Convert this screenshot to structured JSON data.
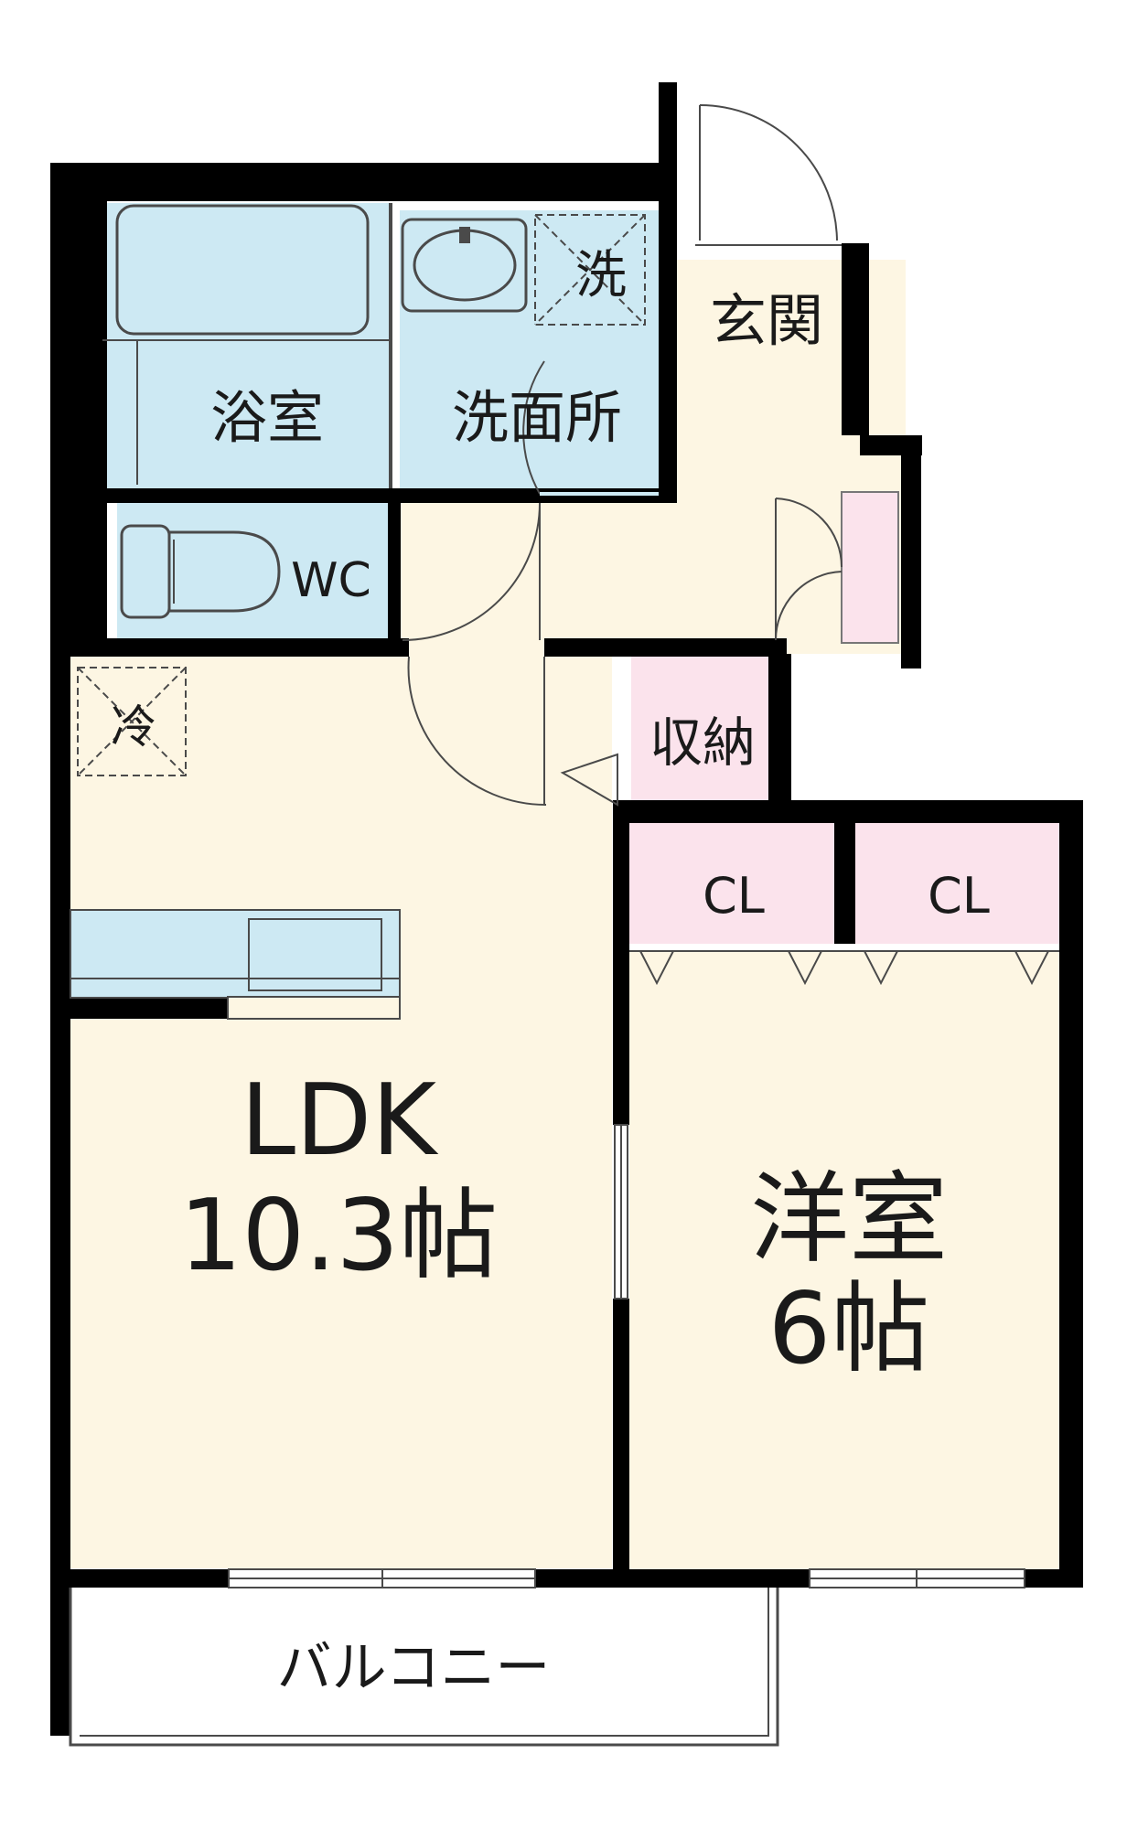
{
  "rooms": {
    "bath": "浴室",
    "washroom": "洗面所",
    "washer": "洗",
    "entrance": "玄関",
    "toilet": "WC",
    "fridge": "冷",
    "storage": "収納",
    "closet_1": "CL",
    "closet_2": "CL",
    "ldk_name": "LDK",
    "ldk_size": "10.3帖",
    "western_name": "洋室",
    "western_size": "6帖",
    "balcony": "バルコニー"
  },
  "colors": {
    "wall": "#000000",
    "wet_area": "#cde9f3",
    "living_floor": "#fdf6e3",
    "storage": "#fbe3ec",
    "fixture_line": "#4a4a4a"
  }
}
